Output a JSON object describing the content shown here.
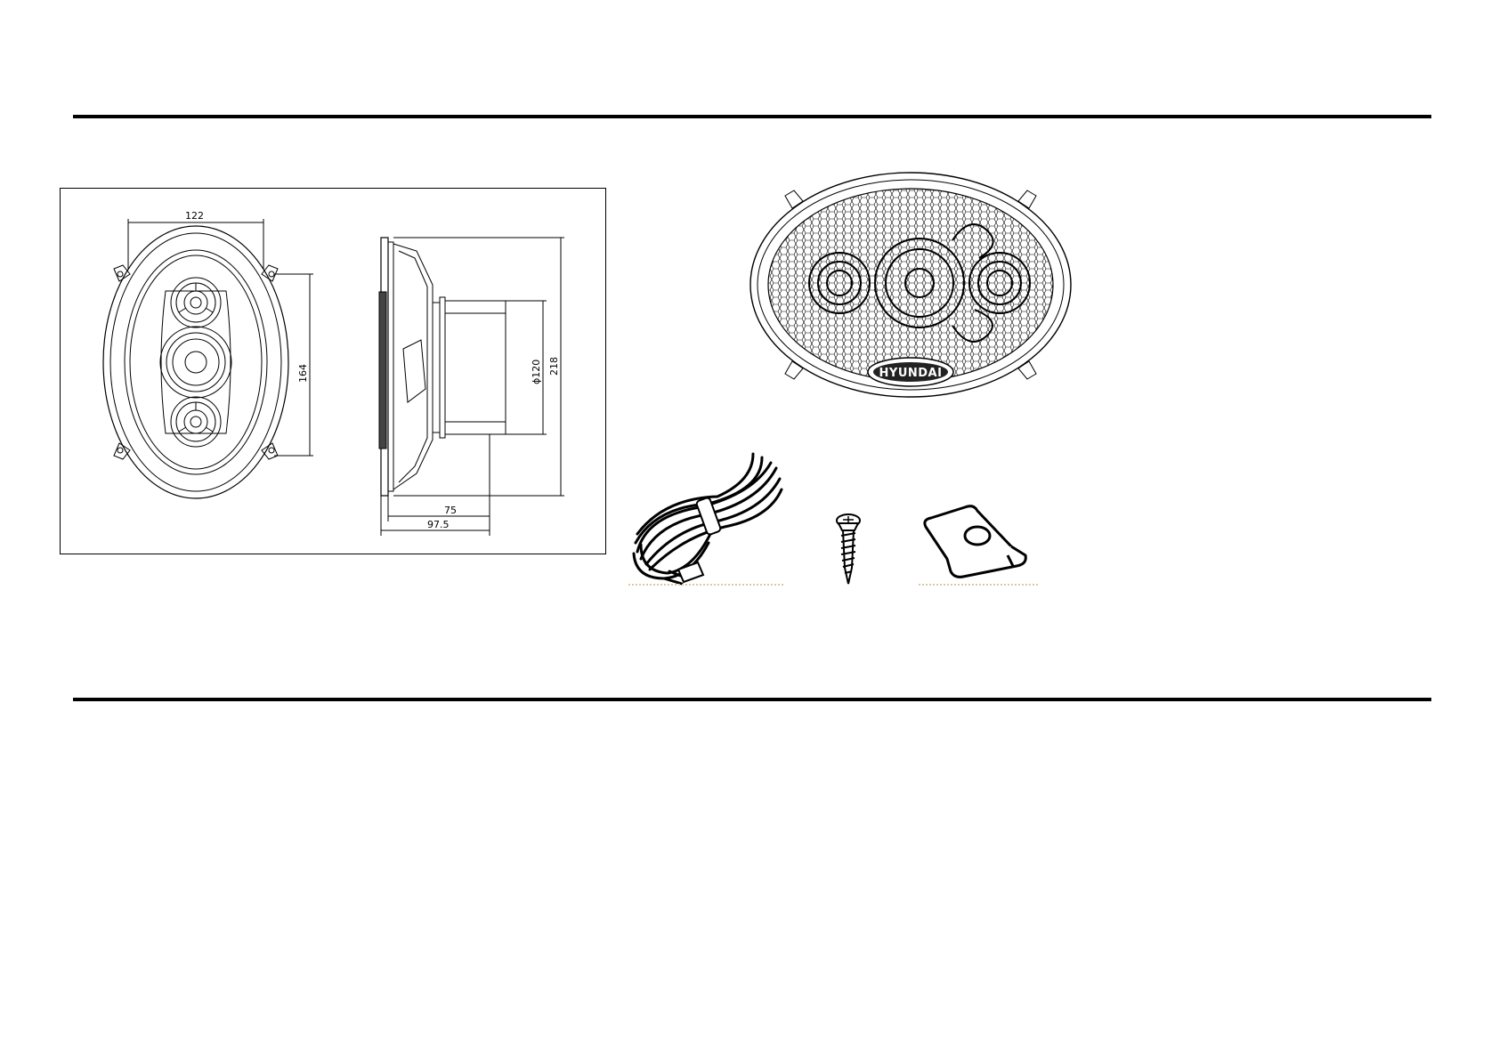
{
  "drawing": {
    "front_width": "122",
    "front_height": "164",
    "depth_motor": "75",
    "depth_total": "97.5",
    "magnet_diameter": "ϕ120",
    "overall_height": "218"
  },
  "grille": {
    "brand": "HYUNDAI"
  },
  "accessories": {
    "items": [
      "speaker-cable-icon",
      "mounting-screw-icon",
      "speed-clip-icon"
    ]
  }
}
